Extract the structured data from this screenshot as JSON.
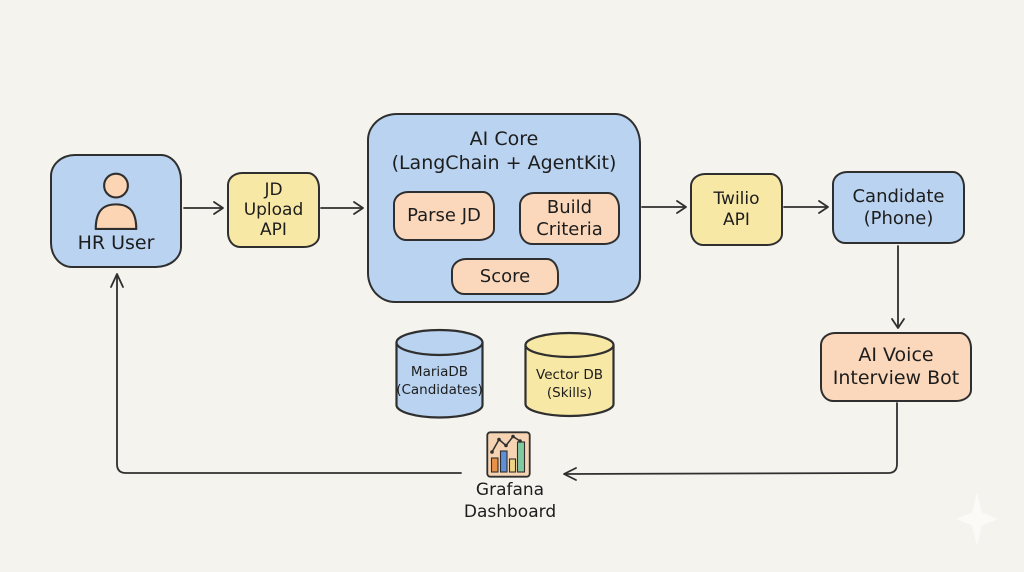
{
  "diagram_title": "",
  "colors": {
    "background": "#f5f3ee",
    "stroke": "#2f2f2f",
    "text": "#1d1d1d",
    "node_blue": "#b9d3f0",
    "node_yellow": "#f8e8a6",
    "node_peach": "#fbd8bc",
    "icon_skin": "#fcd6b4",
    "grafana_bg": "#f5d3b3",
    "bar_orange": "#e8914a",
    "bar_blue": "#5f8fd6",
    "bar_yellow": "#f0d584",
    "bar_green": "#83c9a0"
  },
  "nodes": {
    "hr_user": {
      "label": "HR User",
      "icon": "person-icon",
      "color": "blue"
    },
    "jd_upload_api": {
      "label": "JD\nUpload\nAPI",
      "color": "yellow"
    },
    "ai_core": {
      "label": "AI Core\n(LangChain + AgentKit)",
      "color": "blue"
    },
    "parse_jd": {
      "label": "Parse JD",
      "color": "peach"
    },
    "build_criteria": {
      "label": "Build\nCriteria",
      "color": "peach"
    },
    "score": {
      "label": "Score",
      "color": "peach"
    },
    "twilio_api": {
      "label": "Twilio\nAPI",
      "color": "yellow"
    },
    "candidate_phone": {
      "label": "Candidate\n(Phone)",
      "color": "blue"
    },
    "ai_voice_bot": {
      "label": "AI Voice\nInterview Bot",
      "color": "peach"
    },
    "mariadb": {
      "label": "MariaDB\n(Candidates)",
      "shape": "cylinder",
      "color": "blue"
    },
    "vector_db": {
      "label": "Vector DB\n(Skills)",
      "shape": "cylinder",
      "color": "yellow"
    },
    "grafana": {
      "label": "Grafana\nDashboard",
      "icon": "bar-line-chart-icon"
    }
  },
  "edges": [
    {
      "from": "hr_user",
      "to": "jd_upload_api"
    },
    {
      "from": "jd_upload_api",
      "to": "ai_core"
    },
    {
      "from": "ai_core",
      "to": "twilio_api"
    },
    {
      "from": "twilio_api",
      "to": "candidate_phone"
    },
    {
      "from": "candidate_phone",
      "to": "ai_voice_bot"
    },
    {
      "from": "ai_voice_bot",
      "to": "grafana"
    },
    {
      "from": "grafana",
      "to": "hr_user"
    }
  ]
}
